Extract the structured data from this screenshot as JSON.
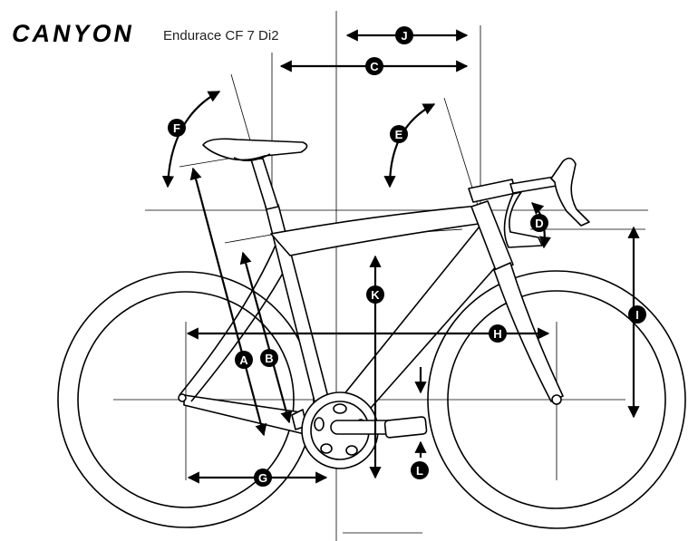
{
  "brand": {
    "logo_text": "CANYON"
  },
  "model": {
    "name": "Endurace CF 7 Di2"
  },
  "labels": {
    "A": "A",
    "B": "B",
    "C": "C",
    "D": "D",
    "E": "E",
    "F": "F",
    "G": "G",
    "H": "H",
    "I": "I",
    "J": "J",
    "K": "K",
    "L": "L"
  },
  "colors": {
    "ink": "#000000",
    "background": "#ffffff"
  }
}
